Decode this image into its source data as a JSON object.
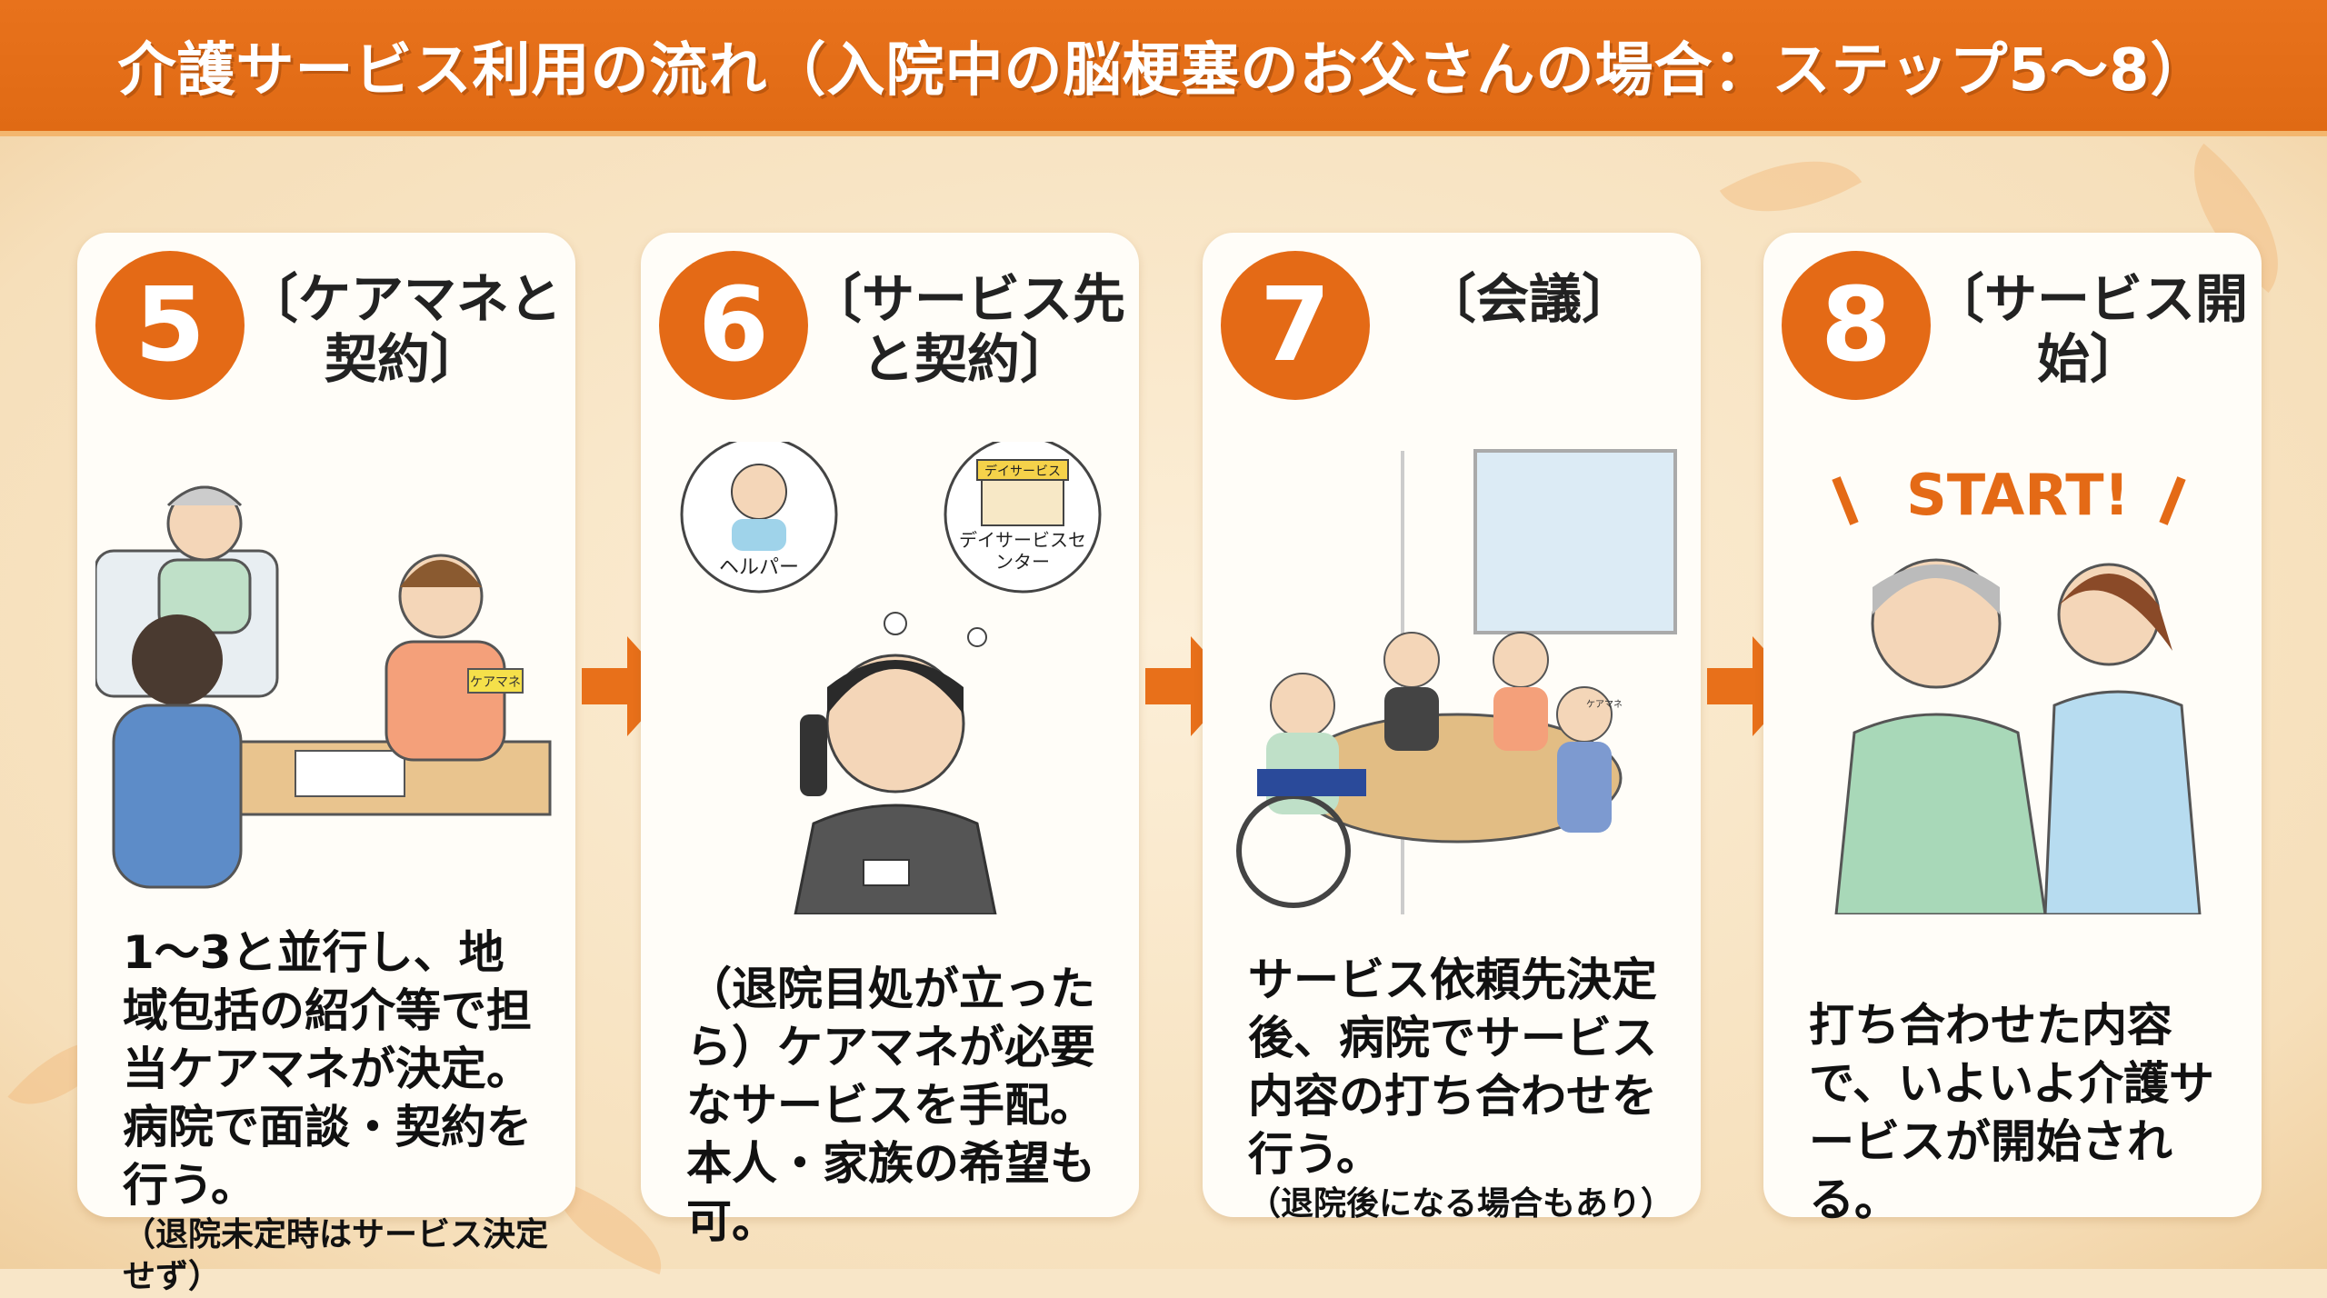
{
  "title": "介護サービス利用の流れ（入院中の脳梗塞のお父さんの場合：ステップ5〜8）",
  "colors": {
    "accent": "#e46a16",
    "background": "#f8e6c8",
    "card": "#fffdf8"
  },
  "steps": [
    {
      "number": "5",
      "title": "〔ケアマネと契約〕",
      "body": "1〜3と並行し、地域包括の紹介等で担当ケアマネが決定。病院で面談・契約を行う。",
      "note": "（退院未定時はサービス決定せず）",
      "labels": {
        "badge": "ケアマネ"
      }
    },
    {
      "number": "6",
      "title": "〔サービス先と契約〕",
      "body": "（退院目処が立ったら）ケアマネが必要なサービスを手配。本人・家族の希望も可。",
      "note": "",
      "labels": {
        "helper": "ヘルパー",
        "sign": "デイサービス",
        "center": "デイサービスセンター"
      }
    },
    {
      "number": "7",
      "title": "〔会議〕",
      "body": "サービス依頼先決定後、病院でサービス内容の打ち合わせを行う。",
      "note": "（退院後になる場合もあり）",
      "labels": {
        "badge": "ケアマネ"
      }
    },
    {
      "number": "8",
      "title": "〔サービス開始〕",
      "body": "打ち合わせた内容で、いよいよ介護サービスが開始される。",
      "note": "",
      "labels": {
        "start": "START!"
      }
    }
  ]
}
